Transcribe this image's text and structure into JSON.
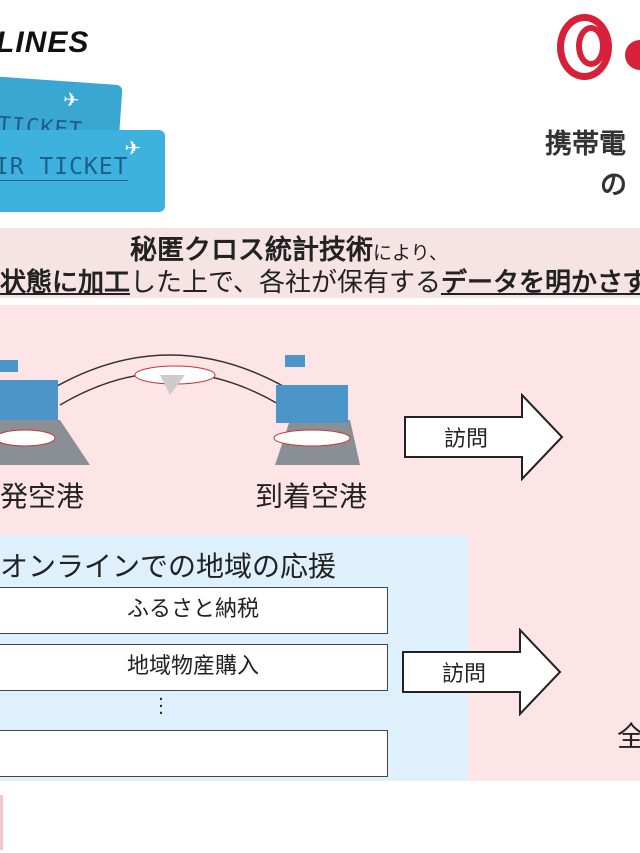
{
  "header": {
    "airline_logo": "LINES",
    "tickets": [
      "TICKET",
      "AIR TICKET"
    ],
    "right_title_lines": [
      "携帯電",
      "の"
    ]
  },
  "banner": {
    "line1_bold": "秘匿クロス統計技術",
    "line1_rest": "により、",
    "line2_part1_bold": "状態に加工",
    "line2_part2": "した上で、各社が保有する",
    "line2_part3_bold": "データを明かさず"
  },
  "diagram": {
    "departure_label": "発空港",
    "arrival_label": "到着空港",
    "visit_label_1": "訪問",
    "online_title": "オンラインでの地域の応援",
    "items": [
      "ふるさと納税",
      "地域物産購入",
      ""
    ],
    "visit_label_2": "訪問",
    "right_partial": "全"
  },
  "colors": {
    "pink": "#fde5e7",
    "blue": "#ddf0fb",
    "ticket": "#3db2df",
    "logo_red": "#d7213a"
  }
}
